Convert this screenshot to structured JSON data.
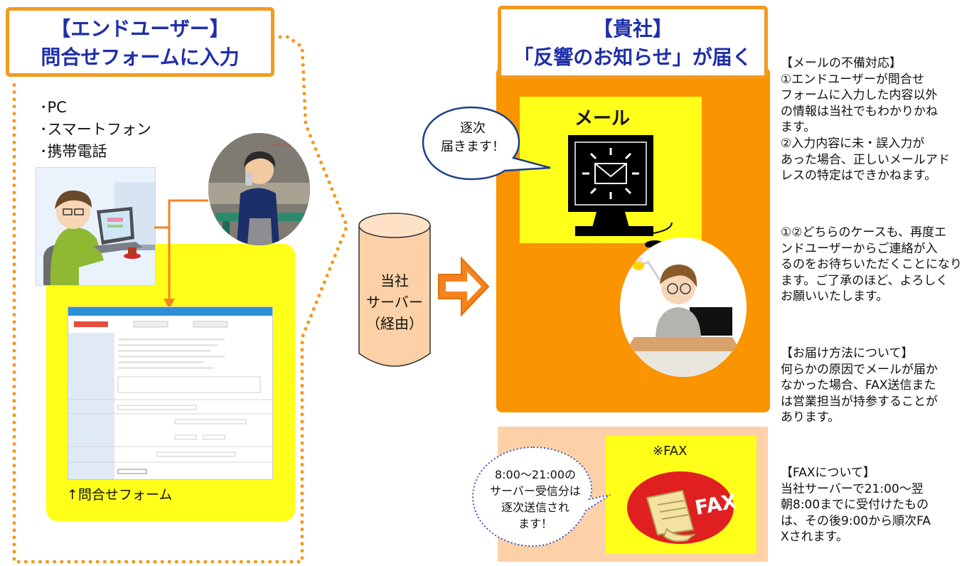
{
  "enduser": {
    "title_line1": "【エンドユーザー】",
    "title_line2": "問合せフォームに入力",
    "devices": [
      "･PC",
      "･スマートフォン",
      "･携帯電話"
    ],
    "form_caption": "↑問合せフォーム"
  },
  "server": {
    "label_lines": [
      "当社",
      "サーバー",
      "（経由）"
    ]
  },
  "company": {
    "title_line1": "【貴社】",
    "title_line2": "「反響のお知らせ」が届く",
    "mail_label": "メール",
    "bubble_lines": [
      "逐次",
      "届きます！"
    ],
    "fax_label": "※FAX",
    "fax_bubble_lines": [
      "8:00〜21:00の",
      "サーバー受信分は",
      "逐次送信され",
      "ます！"
    ]
  },
  "notes": {
    "mail_issue": "【メールの不備対応】\n①エンドユーザーが問合せ\nフォームに入力した内容以外\nの情報は当社でもわかりかね\nます。\n②入力内容に未・誤入力が\nあった場合、正しいメールアド\nレスの特定はできかねます。",
    "both_cases": "①②どちらのケースも、再度エ\nンドユーザーからご連絡が入\nるのをお待ちいただくことになり\nます。ご了承のほど、よろしく\nお願いいたします。",
    "delivery": "【お届け方法について】\n何らかの原因でメールが届か\nなかった場合、FAX送信また\nは営業担当が持参することが\nあります。",
    "fax": "【FAXについて】\n当社サーバーで21:00〜翌\n朝8:00までに受付けたもの\nは、その後9:00から順次FA\nXされます。"
  },
  "colors": {
    "orange": "#f39a1f",
    "title_blue": "#1f2fa8",
    "yellow": "#ffff1a",
    "arrow": "#f5821f",
    "peach": "#fcd1a8"
  }
}
